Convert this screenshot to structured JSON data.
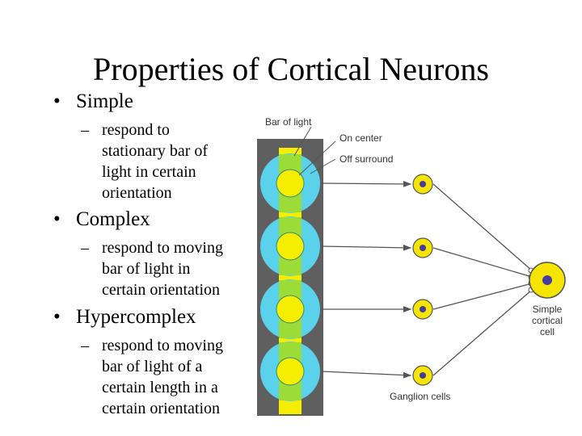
{
  "title": "Properties of Cortical Neurons",
  "bullets": [
    {
      "label": "Simple",
      "sub": [
        "respond to",
        "stationary bar of",
        "light in certain",
        "orientation"
      ]
    },
    {
      "label": "Complex",
      "sub": [
        "respond to moving",
        "bar of light in",
        "certain orientation"
      ]
    },
    {
      "label": "Hypercomplex",
      "sub": [
        "respond to moving",
        "bar of light of a",
        "certain length in a",
        "certain orientation"
      ]
    }
  ],
  "bullet_glyph": "•",
  "dash_glyph": "–",
  "diagram": {
    "bar_label": "Bar of light",
    "on_center_label": "On center",
    "off_surround_label": "Off surround",
    "simple_cell_label": [
      "Simple",
      "cortical",
      "cell"
    ],
    "ganglion_label": "Ganglion cells",
    "colors": {
      "panel": "#5f5f5f",
      "surround": "#5ad2ec",
      "bar_band": "#9cdc38",
      "bar": "#f5ee00",
      "cell_fill": "#f5e500",
      "nucleus": "#463ca0",
      "line": "#555555"
    }
  }
}
